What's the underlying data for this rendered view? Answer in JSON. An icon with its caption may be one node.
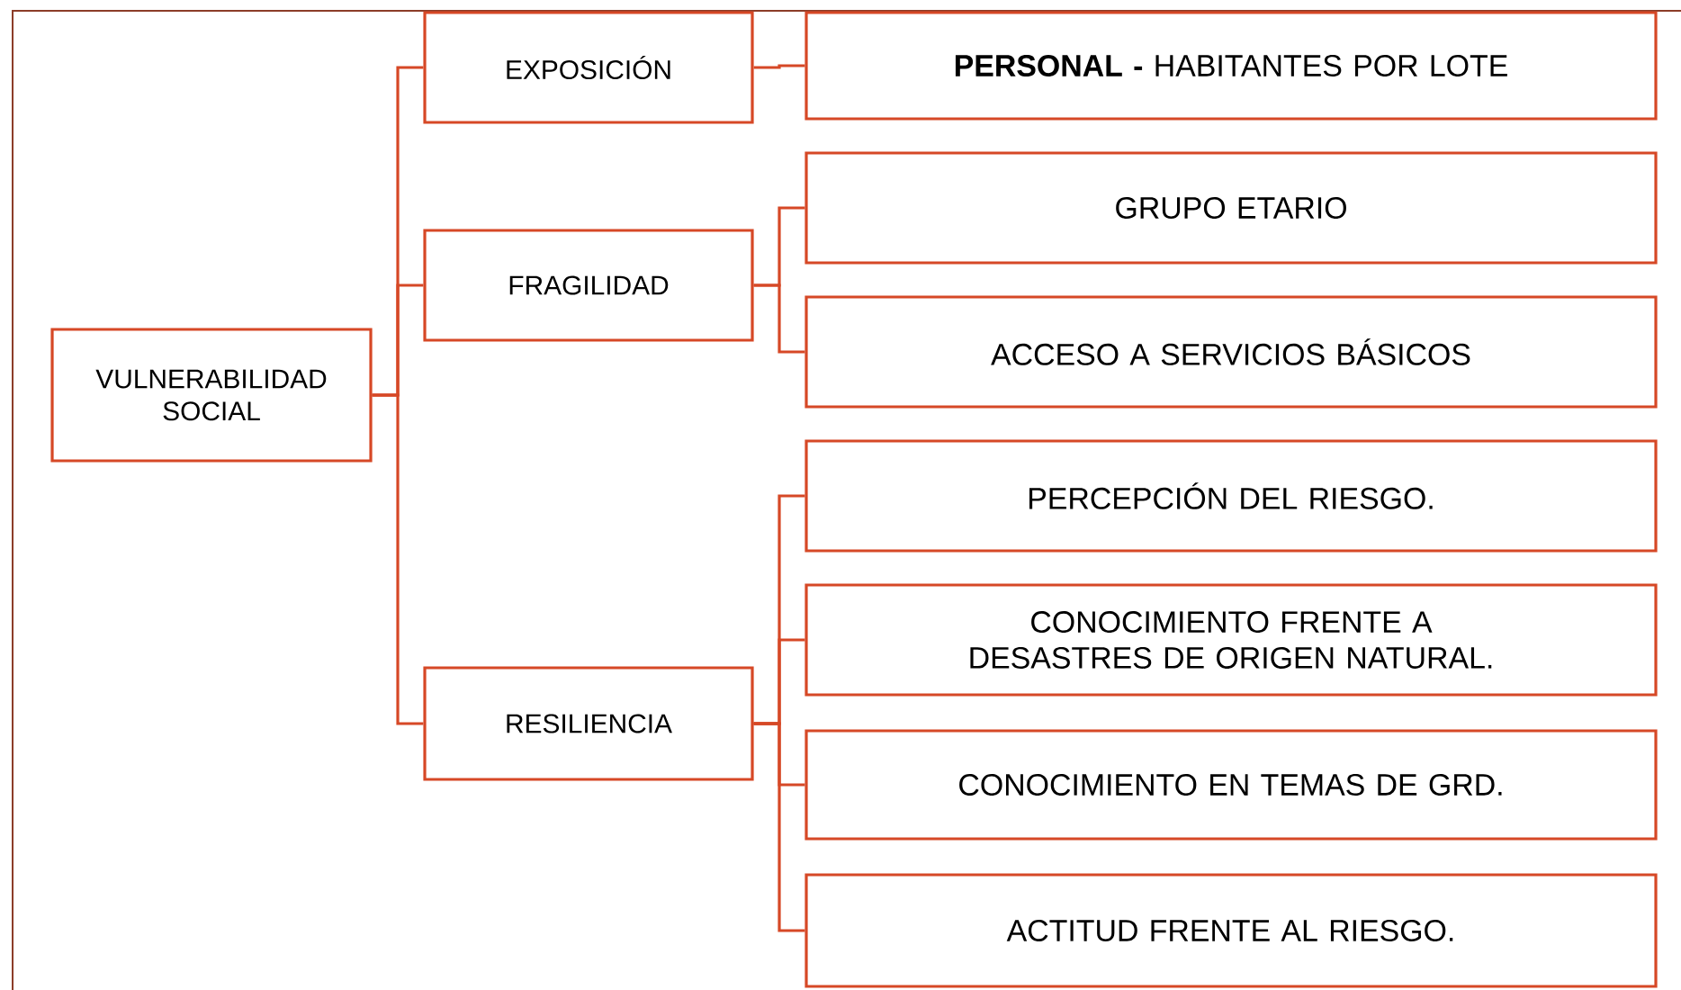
{
  "diagram": {
    "nodes": [
      {
        "text": [
          "VULNERABILIDAD SOCIAL"
        ]
      },
      {
        "text": [
          "EXPOSICIÓN"
        ]
      },
      {
        "text": [
          "FRAGILIDAD"
        ]
      },
      {
        "text": [
          "RESILIENCIA"
        ]
      },
      {
        "text": [
          "**PERSONAL -** HABITANTES POR LOTE"
        ]
      },
      {
        "text": [
          "GRUPO ETARIO"
        ]
      },
      {
        "text": [
          "ACCESO A SERVICIOS BÁSICOS"
        ]
      },
      {
        "text": [
          "PERCEPCIÓN DEL RIESGO."
        ]
      },
      {
        "text": [
          "CONOCIMIENTO FRENTE A DESASTRES DE ORIGEN NATURAL."
        ]
      },
      {
        "text": [
          "CONOCIMIENTO EN TEMAS DE GRD."
        ]
      },
      {
        "text": [
          "ACTITUD FRENTE AL RIESGO."
        ]
      }
    ],
    "edges": [
      {
        "from": 0,
        "to": 1,
        "arrow": "none"
      },
      {
        "from": 0,
        "to": 2,
        "arrow": "none"
      },
      {
        "from": 0,
        "to": 3,
        "arrow": "none"
      },
      {
        "from": 1,
        "to": 4,
        "arrow": "none"
      },
      {
        "from": 2,
        "to": 5,
        "arrow": "none"
      },
      {
        "from": 2,
        "to": 6,
        "arrow": "none"
      },
      {
        "from": 3,
        "to": 7,
        "arrow": "none"
      },
      {
        "from": 3,
        "to": 8,
        "arrow": "none"
      },
      {
        "from": 3,
        "to": 9,
        "arrow": "none"
      },
      {
        "from": 3,
        "to": 10,
        "arrow": "none"
      }
    ]
  }
}
